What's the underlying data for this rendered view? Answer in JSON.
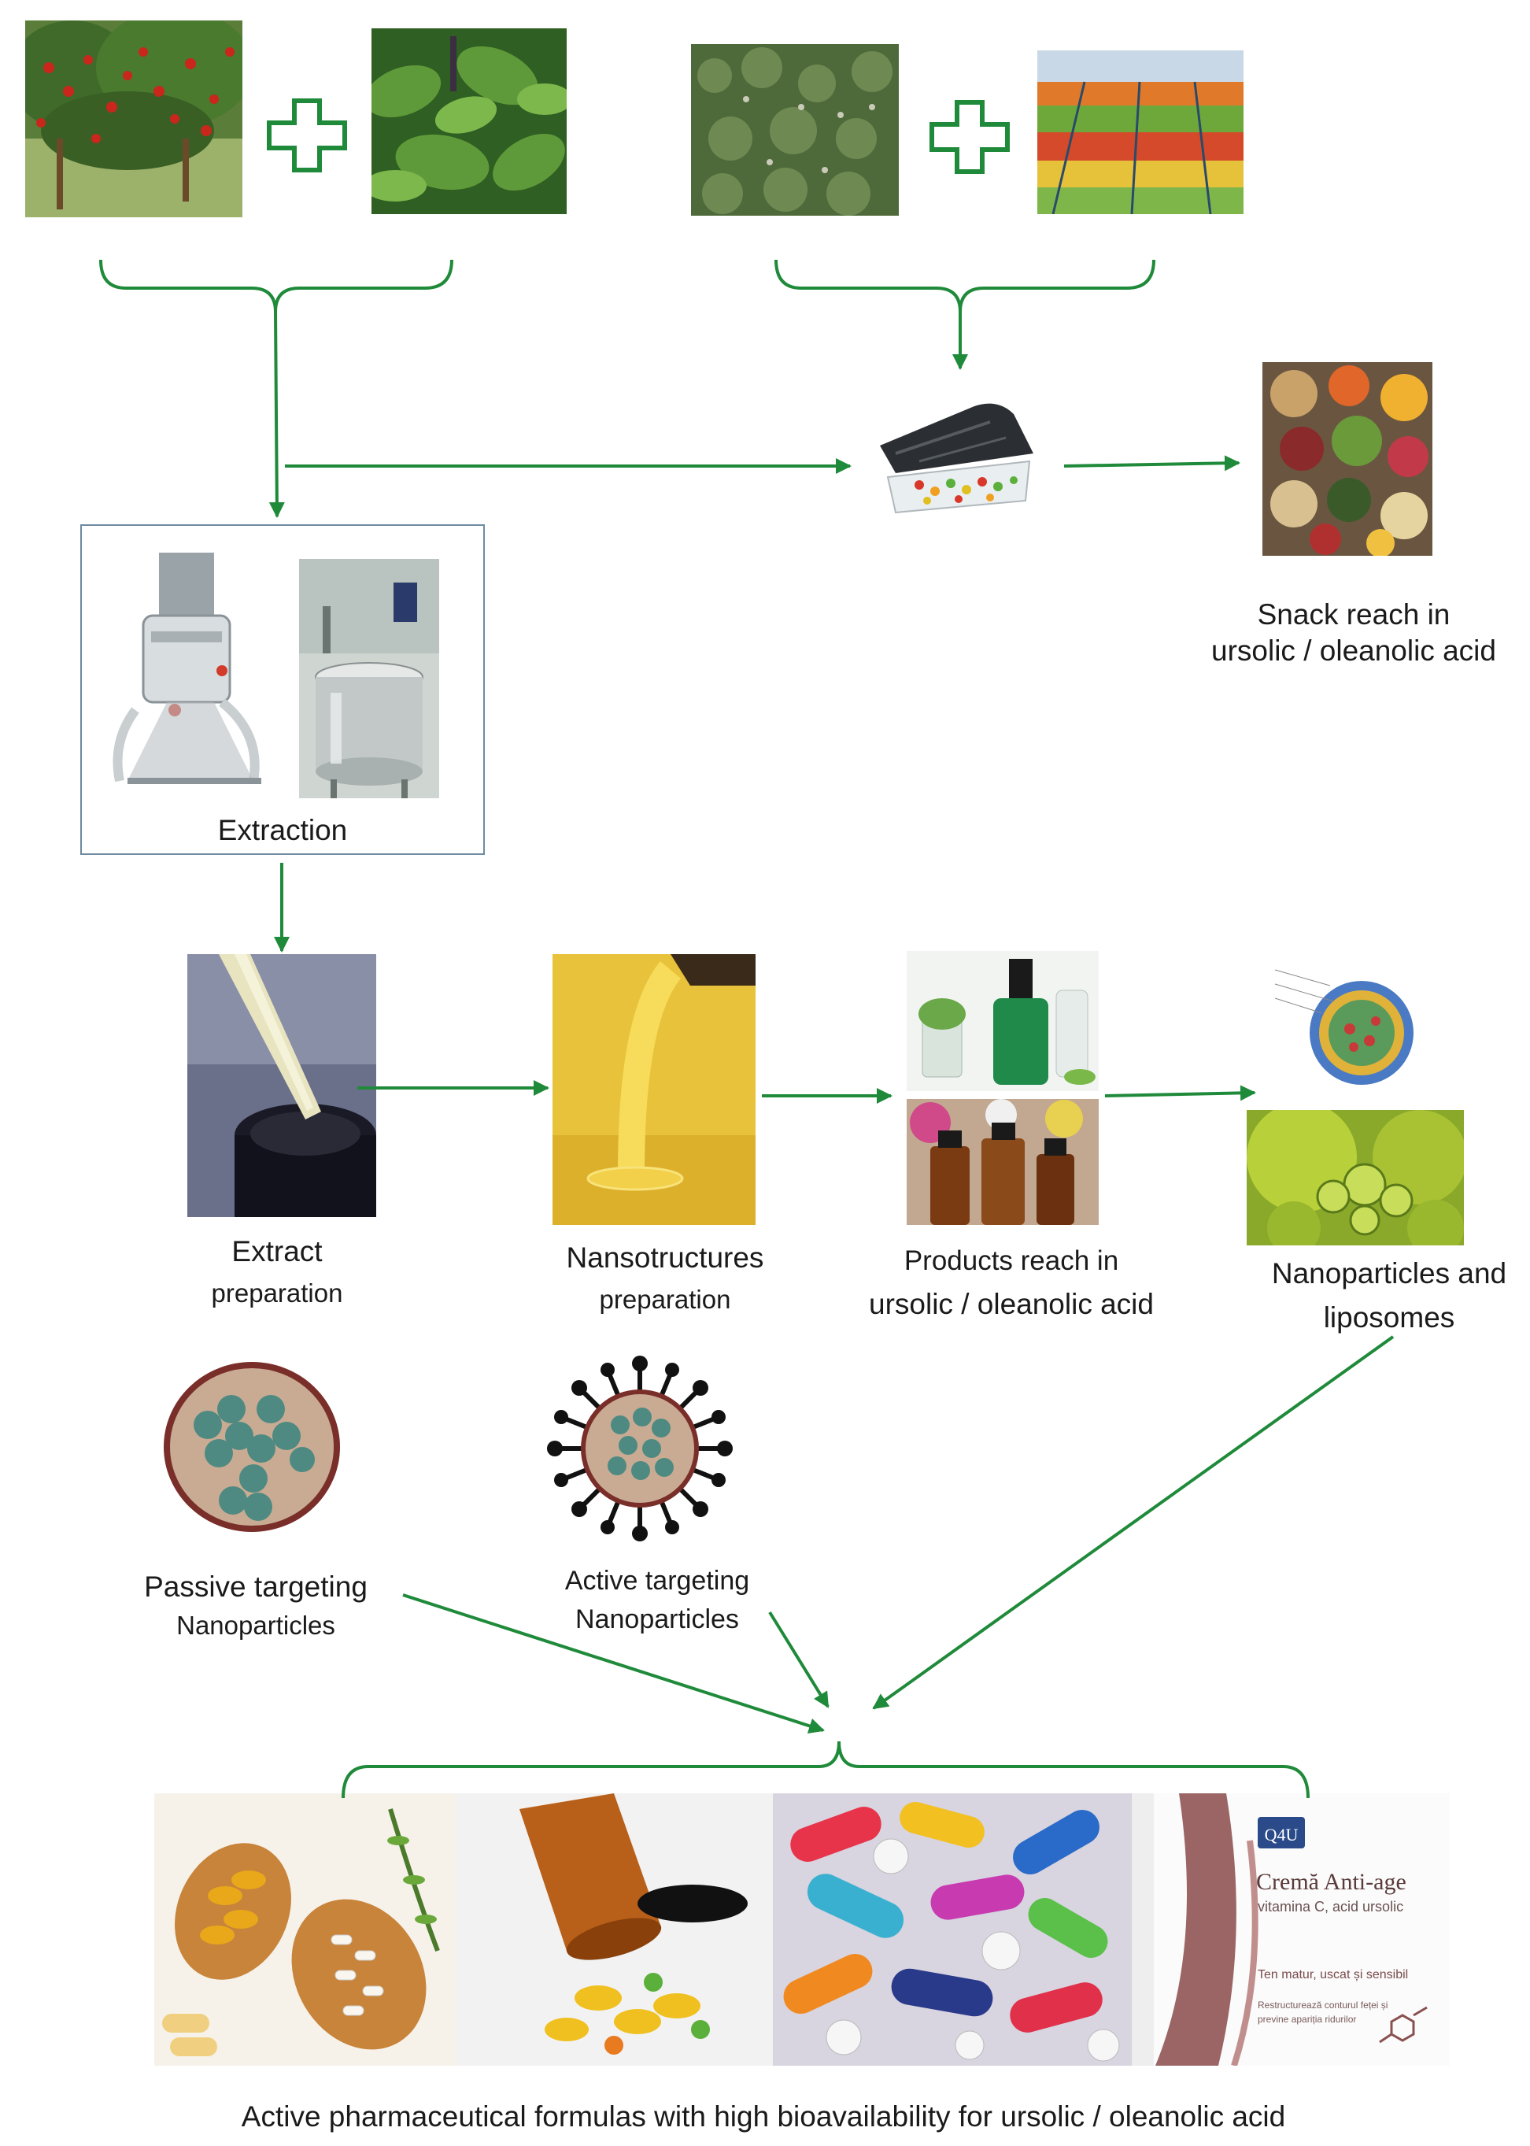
{
  "colors": {
    "arrow": "#1f8a3a",
    "frame": "#6d8aa0"
  },
  "labels": {
    "snack": {
      "line1": "Snack reach in",
      "line2": "ursolic / oleanolic acid"
    },
    "extraction": "Extraction",
    "extract_prep": {
      "line1": "Extract",
      "line2": "preparation"
    },
    "nano_prep": {
      "line1": "Nansotructures",
      "line2": "preparation"
    },
    "products": {
      "line1": "Products reach in",
      "line2": "ursolic / oleanolic acid"
    },
    "nano_lipo": {
      "line1": "Nanoparticles and",
      "line2": "liposomes"
    },
    "passive": {
      "line1": "Passive targeting",
      "line2": "Nanoparticles"
    },
    "active": {
      "line1": "Active targeting",
      "line2": "Nanoparticles"
    },
    "final": "Active pharmaceutical formulas with high bioavailability for ursolic / oleanolic acid"
  },
  "cream_box": {
    "brand": "Q4U",
    "title": "Cremă Anti-age",
    "subtitle": "vitamina C, acid ursolic",
    "tagline": "Ten matur, uscat și sensibil",
    "desc1": "Restructurează conturul feței și",
    "desc2": "previne apariția ridurilor"
  }
}
